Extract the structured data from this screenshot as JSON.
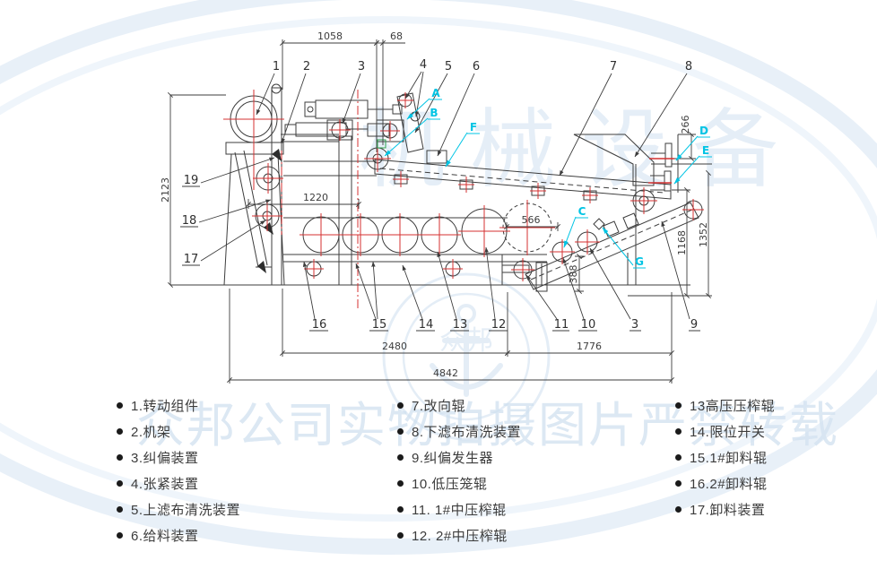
{
  "watermark": {
    "band_text": "众邦公司实物拍摄图片严禁转载",
    "top_text": "机械设备",
    "logo_text": "众邦",
    "arc_color": "#e8f0f8"
  },
  "drawing": {
    "line_color": "#3d3d3d",
    "red_color": "#d43030",
    "cyan_color": "#00c4e4",
    "green_color": "#2fa34f",
    "dimensions": {
      "top_width": "1058",
      "top_offset": "68",
      "left_height": "2123",
      "frame_span": "1220",
      "incline_span": "566",
      "discharge_height": "388",
      "inner_height": "1168",
      "outer_height": "1352",
      "right_offset": "266",
      "bottom_left_span": "2480",
      "bottom_right_span": "1776",
      "total_span": "4842"
    },
    "callouts": {
      "top": [
        "1",
        "2",
        "3",
        "4",
        "5",
        "6",
        "7",
        "8"
      ],
      "left": [
        "19",
        "18",
        "17"
      ],
      "bottom": [
        "16",
        "15",
        "14",
        "13",
        "12",
        "11",
        "10",
        "3",
        "9"
      ],
      "letters": [
        "A",
        "B",
        "F",
        "D",
        "E",
        "C",
        "G"
      ]
    }
  },
  "legend": {
    "columns": [
      {
        "items": [
          "1.转动组件",
          "2.机架",
          "3.纠偏装置",
          "4.张紧装置",
          "5.上滤布清洗装置",
          "6.给料装置"
        ]
      },
      {
        "items": [
          "7.改向辊",
          "8.下滤布清洗装置",
          "9.纠偏发生器",
          "10.低压笼辊",
          "11. 1#中压榨辊",
          "12. 2#中压榨辊"
        ]
      },
      {
        "items": [
          "13高压压榨辊",
          "14.限位开关",
          "15.1#卸料辊",
          "16.2#卸料辊",
          "17.卸料装置"
        ]
      }
    ]
  }
}
